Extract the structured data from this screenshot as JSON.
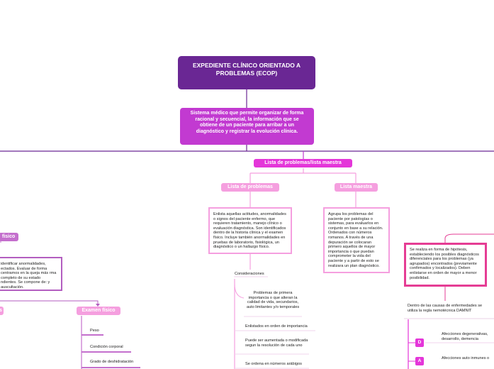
{
  "title": "EXPEDIENTE CLÍNICO ORIENTADO A PROBLEMAS (ECOP)",
  "definition": "Sistema médico que permite organizar de forma racional y secuencial, la información que se obtiene de un paciente para arribar a un diagnóstico y registrar la evolución clínica.",
  "problem_list": {
    "label": "Lista de problemas/lista maestra",
    "problems": {
      "label": "Lista de problemas",
      "description": "Enlista aquellas actitudes, anormalidades o signos del paciente enfermo, que requieren tratamiento, manejo clínico o evaluación diagnóstica. Son identificados dentro de la historia clínica y el examen físico. Incluye también anormalidades en pruebas de laboratorio, fisiológica, un diagnóstico o un hallazgo físico.",
      "considerations_label": "Consideraciones",
      "considerations": [
        "Problemas de primera importancia o que alteran la calidad de vida, secundarios, auto limitantes y/o temporales",
        "Enlistados en orden de importancia",
        "Puede ser aumentada o modificada segun la resolución de cada uno",
        "Se ordena en números arábigos"
      ]
    },
    "master": {
      "label": "Lista maestra",
      "description": "Agrupa los problemas del paciente por patologías o sistemas, para evaluarlos en conjunto en base a su relación. Ordenados con números romanos. A través de una depuración se colocaran primero aquellos de mayor importancia o que puedan comprometer la vida del paciente y a partir de esto se realizara un plan diagnóstico."
    }
  },
  "left_branch": {
    "partial_label": "fisico",
    "partial_text": "identificar anormalidades, ectados. Evaluar de forma centramos en la queja más rma completo de su estado ndientes. Se compone de: y auscultación.",
    "partial_pill_2": "s",
    "exam": {
      "label": "Examen físico",
      "items": [
        "Peso",
        "Condición corporal",
        "Grado de deshidratación"
      ]
    }
  },
  "right_branch": {
    "hypothesis": "Se realiza en forma de hipótesis, estableciendo los posibles diagnósticos diferenciales para los problemas (ya agrupados) encontrados (previamente confirmados y localizados). Deben enlistarse en orden de mayor a menor posibilidad.",
    "damnit_note": "Dentro de las causas de enfermedades se utiliza la regla nemotécnica DAMNIT",
    "damnit": [
      {
        "letter": "D",
        "text": "Afecciones degenerativas, desarrollo, demencia"
      },
      {
        "letter": "A",
        "text": "Afecciones auto inmunes o"
      }
    ]
  },
  "colors": {
    "title": "#6a2794",
    "definition": "#c23ad1",
    "magenta": "#e436d9",
    "pink": "#f59fdf",
    "purple": "#c46fcd",
    "hot_pink": "#e53d94"
  }
}
